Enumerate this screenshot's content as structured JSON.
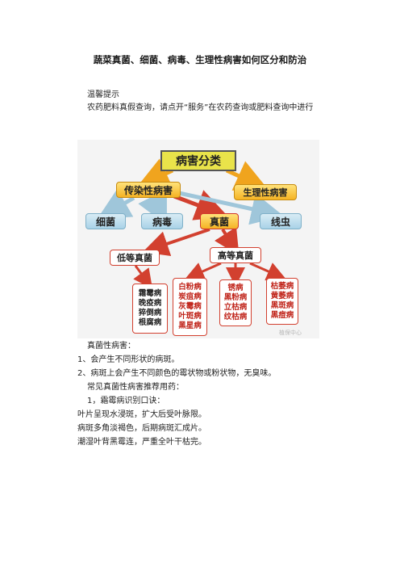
{
  "title": "蔬菜真菌、细菌、病毒、生理性病害如何区分和防治",
  "tip_heading": "温馨提示",
  "tip_text": "农药肥料真假查询，请点开“服务”在农药查询或肥料查询中进行",
  "diagram": {
    "root": "病害分类",
    "infectious": "传染性病害",
    "physiological": "生理性病害",
    "bacteria": "细菌",
    "virus": "病毒",
    "fungus": "真菌",
    "nematode": "线虫",
    "lower_fungi": "低等真菌",
    "higher_fungi": "高等真菌",
    "lower_list": [
      "霜霉病",
      "晚疫病",
      "猝倒病",
      "根腐病"
    ],
    "higher_list_1": [
      "白粉病",
      "炭疽病",
      "灰霉病",
      "叶斑病",
      "黑星病"
    ],
    "higher_list_2": [
      "锈病",
      "黑粉病",
      "立枯病",
      "纹枯病"
    ],
    "higher_list_3": [
      "枯萎病",
      "黄萎病",
      "黑斑病",
      "黑痘病"
    ],
    "watermark": "植保中心",
    "colors": {
      "root_fill": "#e9e34a",
      "orange": "#f5b324",
      "blue": "#a9d2e7",
      "red": "#d2402f"
    }
  },
  "body": {
    "fungal_heading": "真菌性病害：",
    "point1": "1、会产生不同形状的病斑。",
    "point2": "2、病斑上会产生不同颜色的霉状物或粉状物，无臭味。",
    "recommend": "常见真菌性病害推荐用药：",
    "mildew_heading": "1，霜霉病识别口诀：",
    "rhyme1": "叶片呈现水浸斑，扩大后受叶脉限。",
    "rhyme2": "病斑多角淡褐色，后期病斑汇成片。",
    "rhyme3": "潮湿叶背黑霉连，严重全叶干枯完。"
  }
}
